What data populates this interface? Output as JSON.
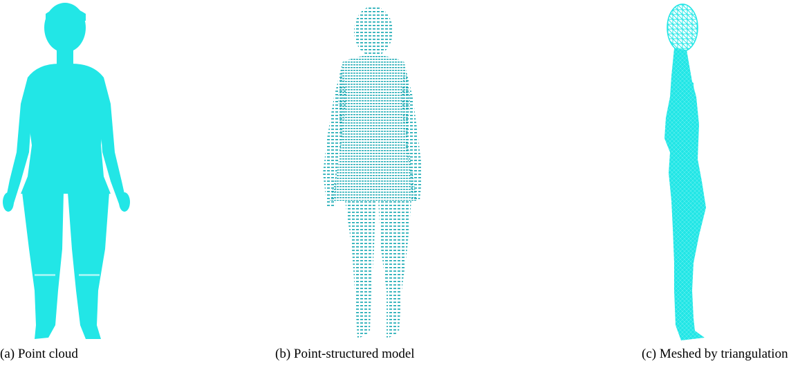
{
  "figure": {
    "panels": [
      {
        "id": "a",
        "caption": "(a) Point cloud",
        "render": "point-cloud",
        "view": "front"
      },
      {
        "id": "b",
        "caption": "(b) Point-structured model",
        "render": "point-structured",
        "view": "front-three-quarter"
      },
      {
        "id": "c",
        "caption": "(c) Meshed by triangulation",
        "render": "triangulated-mesh",
        "view": "side"
      }
    ],
    "colors": {
      "model": "#22e6e6",
      "model_dark": "#11a6b0",
      "background": "#ffffff"
    }
  }
}
